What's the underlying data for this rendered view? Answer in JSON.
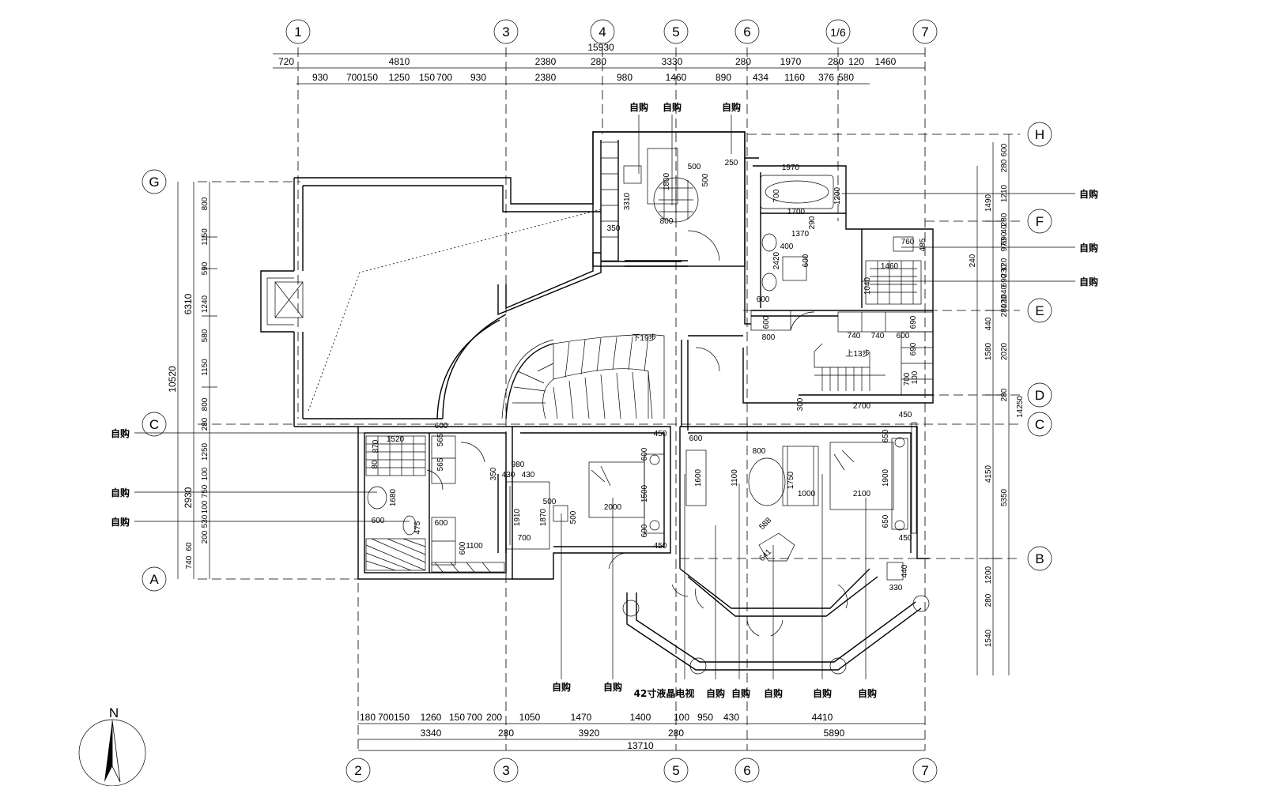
{
  "grid_top": [
    "1",
    "3",
    "4",
    "5",
    "6",
    "1/6",
    "7"
  ],
  "grid_bottom": [
    "2",
    "3",
    "5",
    "6",
    "7"
  ],
  "grid_right": [
    "H",
    "F",
    "E",
    "D",
    "C",
    "B"
  ],
  "grid_left": [
    "G",
    "C",
    "A"
  ],
  "top_total": "15930",
  "top_row1": [
    "720",
    "4810",
    "2380",
    "280",
    "3330",
    "280",
    "1970",
    "280",
    "120",
    "1460"
  ],
  "top_row2": [
    "930",
    "700",
    "150",
    "1250",
    "150",
    "700",
    "930",
    "2380",
    "980",
    "1460",
    "890",
    "434",
    "1160",
    "376",
    "580"
  ],
  "bottom_row1": [
    "180",
    "700",
    "150",
    "1260",
    "150",
    "700",
    "200",
    "1050",
    "1470",
    "1400",
    "100",
    "950",
    "430",
    "4410"
  ],
  "bottom_row2": [
    "3340",
    "280",
    "3920",
    "280",
    "5890"
  ],
  "bottom_total": "13710",
  "left_total": "10520",
  "left_6310": "6310",
  "left_2930": "2930",
  "left_inner": [
    "800",
    "1150",
    "590",
    "1240",
    "580",
    "1150",
    "800",
    "280",
    "1250",
    "100",
    "750",
    "100",
    "530",
    "200",
    "60",
    "740"
  ],
  "right_inner": [
    "600",
    "280",
    "1210",
    "280",
    "40",
    "690",
    "970",
    "120",
    "230",
    "690",
    "1040",
    "120",
    "280",
    "440",
    "2020",
    "280",
    "4150",
    "1200",
    "280",
    "1540"
  ],
  "right_outer": [
    "1490",
    "1580",
    "5350"
  ],
  "right_total": "14250",
  "right_extra": "240",
  "interior": {
    "r1": "250",
    "r2": "500",
    "r3": "500",
    "r4": "1800",
    "r5": "3310",
    "r6": "350",
    "r7": "800",
    "r8": "1970",
    "r9": "700",
    "r10": "1200",
    "r11": "1700",
    "r12": "290",
    "r13": "1370",
    "r14": "400",
    "r15": "2420",
    "r16": "600",
    "r17": "760",
    "r18": "485",
    "r19": "1460",
    "r20": "1040",
    "r21": "600",
    "r22": "600",
    "r23": "800",
    "r24": "740",
    "r25": "740",
    "r26": "600",
    "r27": "690",
    "r28": "690",
    "r29": "700",
    "r30": "100",
    "r31": "2700",
    "r32": "300",
    "r33": "600",
    "r34": "1520",
    "r35": "870",
    "r36": "565",
    "r37": "565",
    "r38": "80",
    "r39": "1680",
    "r40": "600",
    "r41": "475",
    "r42": "600",
    "r43": "600",
    "r44": "1100",
    "r45": "980",
    "r46": "430",
    "r47": "430",
    "r48": "350",
    "r49": "1910",
    "r50": "1870",
    "r51": "500",
    "r52": "500",
    "r53": "700",
    "r54": "450",
    "r55": "600",
    "r56": "1500",
    "r57": "600",
    "r58": "450",
    "r59": "2000",
    "r60": "600",
    "r61": "1600",
    "r62": "800",
    "r63": "1100",
    "r64": "1750",
    "r65": "1000",
    "r66": "650",
    "r67": "450",
    "r68": "1900",
    "r69": "2100",
    "r70": "650",
    "r71": "450",
    "r72": "588",
    "r73": "641",
    "r74": "440",
    "r75": "330"
  },
  "stair_down": "下19步",
  "stair_up": "上13步",
  "self_purchase": "自购",
  "tv_label": "42寸液晶电视",
  "north_label": "N",
  "anno_top": [
    "自购",
    "自购",
    "自购"
  ],
  "anno_right": [
    "自购",
    "自购",
    "自购"
  ],
  "anno_left": [
    "自购",
    "自购",
    "自购"
  ],
  "anno_bottom": [
    "自购",
    "自购",
    "42寸液晶电视",
    "自购",
    "自购",
    "自购",
    "自购",
    "自购"
  ]
}
